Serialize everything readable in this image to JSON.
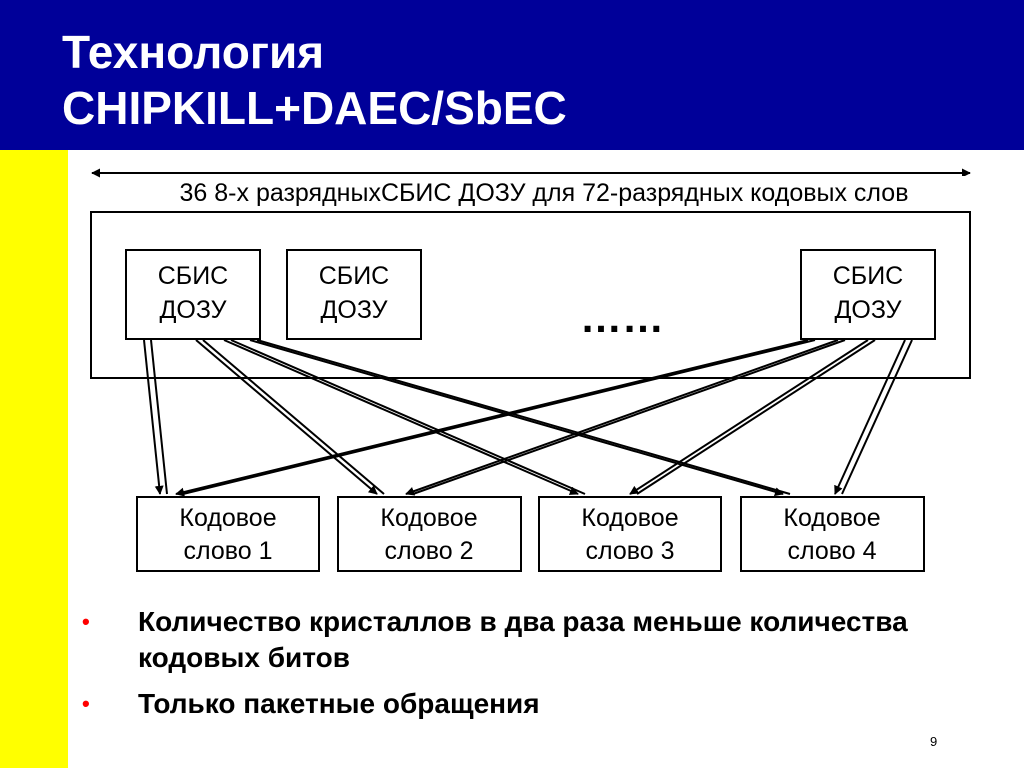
{
  "slide": {
    "title_line1": "Технология",
    "title_line2": "CHIPKILL+DAEC/SbEC",
    "slide_number": "9"
  },
  "diagram": {
    "span_caption": "36 8-х разрядныхСБИС ДОЗУ для 72-разрядных кодовых слов",
    "chips": [
      {
        "line1": "СБИС",
        "line2": "ДОЗУ"
      },
      {
        "line1": "СБИС",
        "line2": "ДОЗУ"
      },
      {
        "line1": "СБИС",
        "line2": "ДОЗУ"
      }
    ],
    "ellipsis": "……",
    "codewords": [
      {
        "line1": "Кодовое",
        "line2": "слово 1"
      },
      {
        "line1": "Кодовое",
        "line2": "слово 2"
      },
      {
        "line1": "Кодовое",
        "line2": "слово 3"
      },
      {
        "line1": "Кодовое",
        "line2": "слово 4"
      }
    ]
  },
  "bullets": [
    {
      "marker": "•",
      "text": "Количество кристаллов в два раза меньше количества кодовых битов"
    },
    {
      "marker": "•",
      "text": "Только пакетные обращения"
    }
  ],
  "colors": {
    "title_bar": "#000099",
    "left_stripe": "#ffff00",
    "bullet_marker": "#ff0000"
  }
}
